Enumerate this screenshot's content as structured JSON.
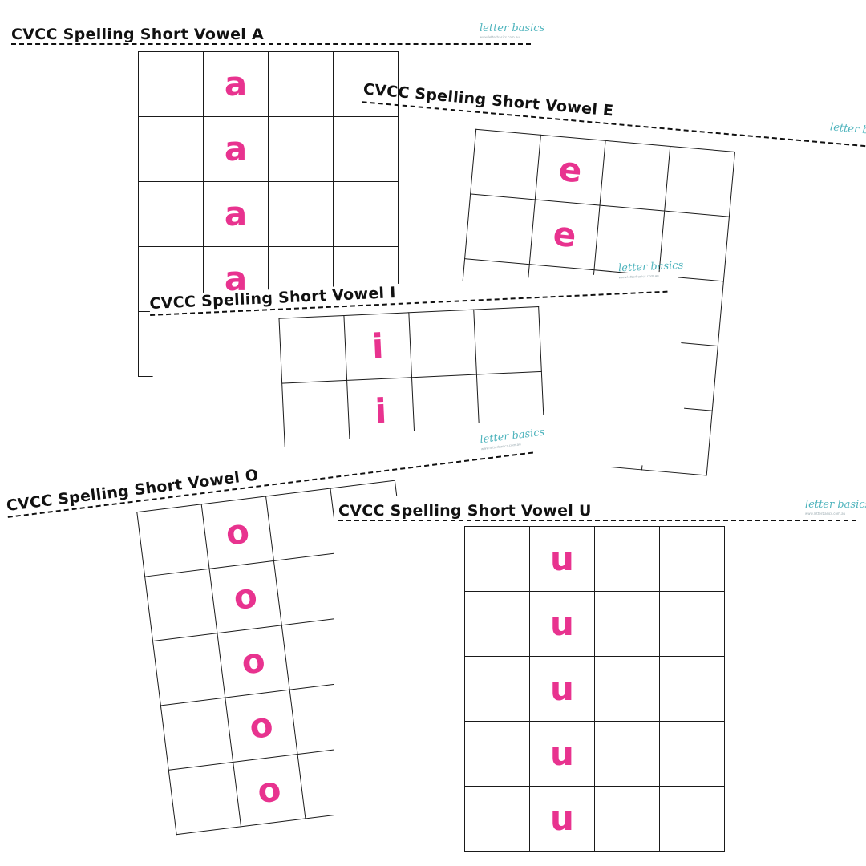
{
  "brand": {
    "name": "letter basics",
    "url": "www.letterbasics.com.au"
  },
  "colors": {
    "vowel": "#e8338f",
    "brand": "#4fb4bd",
    "lines": "#1a1a1a"
  },
  "sheets": {
    "a": {
      "title": "CVCC Spelling Short Vowel A",
      "vowel": "a"
    },
    "e": {
      "title": "CVCC Spelling Short Vowel E",
      "vowel": "e"
    },
    "i": {
      "title": "CVCC Spelling Short Vowel I",
      "vowel": "i"
    },
    "o": {
      "title": "CVCC Spelling Short Vowel O",
      "vowel": "o"
    },
    "u": {
      "title": "CVCC Spelling Short Vowel U",
      "vowel": "u"
    }
  }
}
